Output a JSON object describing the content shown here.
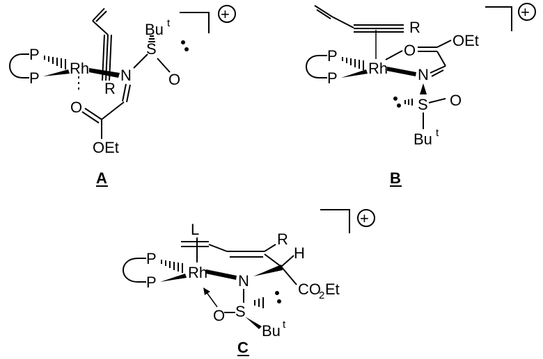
{
  "colors": {
    "ink": "#000000",
    "background": "#ffffff"
  },
  "structures": {
    "A": {
      "caption": "A",
      "atoms": {
        "P_top": "P",
        "P_bottom": "P",
        "Rh": "Rh",
        "N": "N",
        "S": "S",
        "O_sulfinyl": "O",
        "O_carbonyl": "O",
        "OEt": "OEt",
        "R": "R",
        "Bu": "Bu",
        "t": "t"
      },
      "charge": "+"
    },
    "B": {
      "caption": "B",
      "atoms": {
        "P_top": "P",
        "P_bottom": "P",
        "Rh": "Rh",
        "N": "N",
        "S": "S",
        "O_sulfinyl": "O",
        "O_carbonyl": "O",
        "OEt": "OEt",
        "R": "R",
        "Bu": "Bu",
        "t": "t"
      },
      "charge": "+"
    },
    "C": {
      "caption": "C",
      "atoms": {
        "P_top": "P",
        "P_bottom": "P",
        "Rh": "Rh",
        "N": "N",
        "S": "S",
        "O": "O",
        "L": "L",
        "R": "R",
        "H": "H",
        "CO": "CO",
        "two": "2",
        "Et": "Et",
        "Bu": "Bu",
        "t": "t"
      },
      "charge": "+"
    }
  }
}
